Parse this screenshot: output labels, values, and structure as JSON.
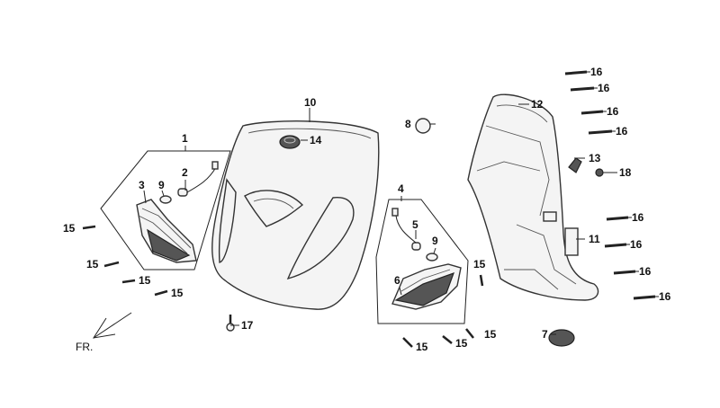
{
  "diagram": {
    "direction_label": "FR.",
    "callouts": [
      {
        "id": "c1",
        "label": "1"
      },
      {
        "id": "c2",
        "label": "2"
      },
      {
        "id": "c3",
        "label": "3"
      },
      {
        "id": "c4",
        "label": "4"
      },
      {
        "id": "c5",
        "label": "5"
      },
      {
        "id": "c6",
        "label": "6"
      },
      {
        "id": "c7",
        "label": "7"
      },
      {
        "id": "c8",
        "label": "8"
      },
      {
        "id": "c9a",
        "label": "9"
      },
      {
        "id": "c9b",
        "label": "9"
      },
      {
        "id": "c10",
        "label": "10"
      },
      {
        "id": "c11",
        "label": "11"
      },
      {
        "id": "c12",
        "label": "12"
      },
      {
        "id": "c13",
        "label": "13"
      },
      {
        "id": "c14",
        "label": "14"
      },
      {
        "id": "c15a",
        "label": "15"
      },
      {
        "id": "c15b",
        "label": "15"
      },
      {
        "id": "c15c",
        "label": "15"
      },
      {
        "id": "c15d",
        "label": "15"
      },
      {
        "id": "c15e",
        "label": "15"
      },
      {
        "id": "c15f",
        "label": "15"
      },
      {
        "id": "c15g",
        "label": "15"
      },
      {
        "id": "c15h",
        "label": "15"
      },
      {
        "id": "c16a",
        "label": "16"
      },
      {
        "id": "c16b",
        "label": "16"
      },
      {
        "id": "c16c",
        "label": "16"
      },
      {
        "id": "c16d",
        "label": "16"
      },
      {
        "id": "c16e",
        "label": "16"
      },
      {
        "id": "c16f",
        "label": "16"
      },
      {
        "id": "c16g",
        "label": "16"
      },
      {
        "id": "c16h",
        "label": "16"
      },
      {
        "id": "c17",
        "label": "17"
      },
      {
        "id": "c18",
        "label": "18"
      }
    ]
  }
}
